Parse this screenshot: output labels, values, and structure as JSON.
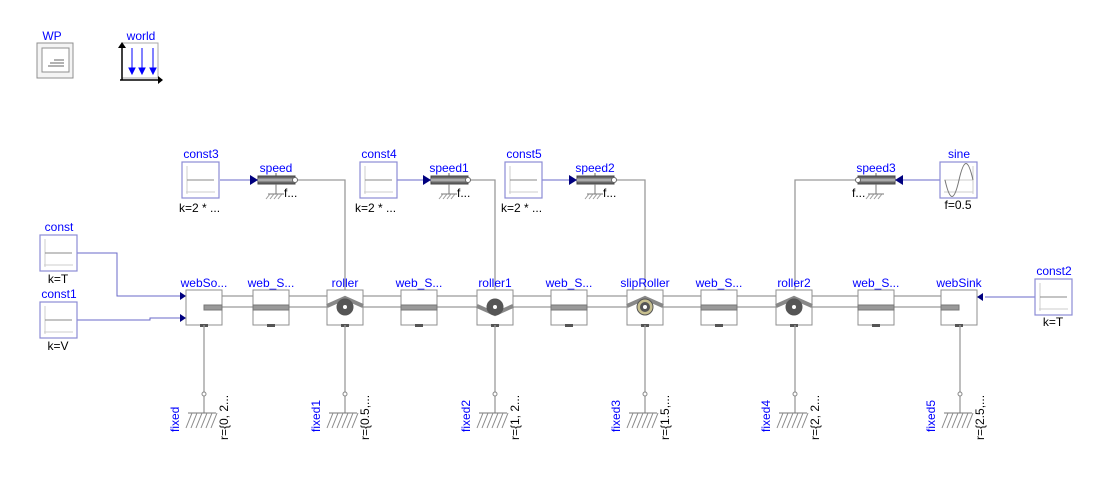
{
  "top": {
    "wp": "WP",
    "world": "world"
  },
  "sources": {
    "const": {
      "name": "const",
      "param": "k=T"
    },
    "const1": {
      "name": "const1",
      "param": "k=V"
    },
    "const2": {
      "name": "const2",
      "param": "k=T"
    },
    "const3": {
      "name": "const3",
      "param": "k=2 * ..."
    },
    "const4": {
      "name": "const4",
      "param": "k=2 * ..."
    },
    "const5": {
      "name": "const5",
      "param": "k=2 * ..."
    },
    "sine": {
      "name": "sine",
      "param": "f=0.5"
    }
  },
  "speeds": [
    {
      "name": "speed",
      "param": "f..."
    },
    {
      "name": "speed1",
      "param": "f..."
    },
    {
      "name": "speed2",
      "param": "f..."
    },
    {
      "name": "speed3",
      "param": "f..."
    }
  ],
  "chain": [
    {
      "name": "webSo...",
      "kind": "source"
    },
    {
      "name": "web_S...",
      "kind": "span"
    },
    {
      "name": "roller",
      "kind": "roller"
    },
    {
      "name": "web_S...",
      "kind": "span"
    },
    {
      "name": "roller1",
      "kind": "roller"
    },
    {
      "name": "web_S...",
      "kind": "span"
    },
    {
      "name": "slipRoller",
      "kind": "slip"
    },
    {
      "name": "web_S...",
      "kind": "span"
    },
    {
      "name": "roller2",
      "kind": "roller"
    },
    {
      "name": "web_S...",
      "kind": "span"
    },
    {
      "name": "webSink",
      "kind": "sink"
    }
  ],
  "fixed": [
    {
      "name": "fixed",
      "param": "r={0, 2..."
    },
    {
      "name": "fixed1",
      "param": "r={0.5,..."
    },
    {
      "name": "fixed2",
      "param": "r={1, 2..."
    },
    {
      "name": "fixed3",
      "param": "r={1.5,..."
    },
    {
      "name": "fixed4",
      "param": "r={2, 2..."
    },
    {
      "name": "fixed5",
      "param": "r={2.5,..."
    }
  ]
}
